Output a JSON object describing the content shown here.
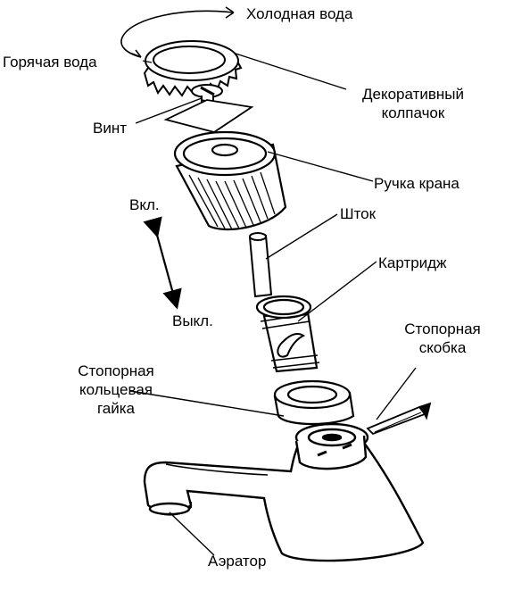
{
  "labels": {
    "cold_water": "Холодная вода",
    "hot_water": "Горячая вода",
    "decorative_cap_line1": "Декоративный",
    "decorative_cap_line2": "колпачок",
    "screw": "Винт",
    "tap_handle": "Ручка крана",
    "on": "Вкл.",
    "stem": "Шток",
    "cartridge": "Картридж",
    "off": "Выкл.",
    "retaining_clip_line1": "Стопорная",
    "retaining_clip_line2": "скобка",
    "retaining_nut_line1": "Стопорная",
    "retaining_nut_line2": "кольцевая",
    "retaining_nut_line3": "гайка",
    "aerator": "Аэратор"
  }
}
